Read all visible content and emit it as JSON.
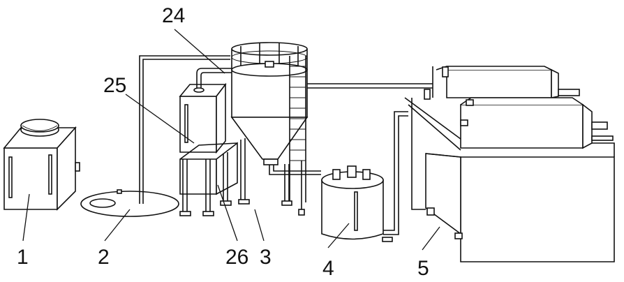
{
  "labels": {
    "l1": "1",
    "l2": "2",
    "l3": "3",
    "l4": "4",
    "l5": "5",
    "l24": "24",
    "l25": "25",
    "l26": "26"
  }
}
